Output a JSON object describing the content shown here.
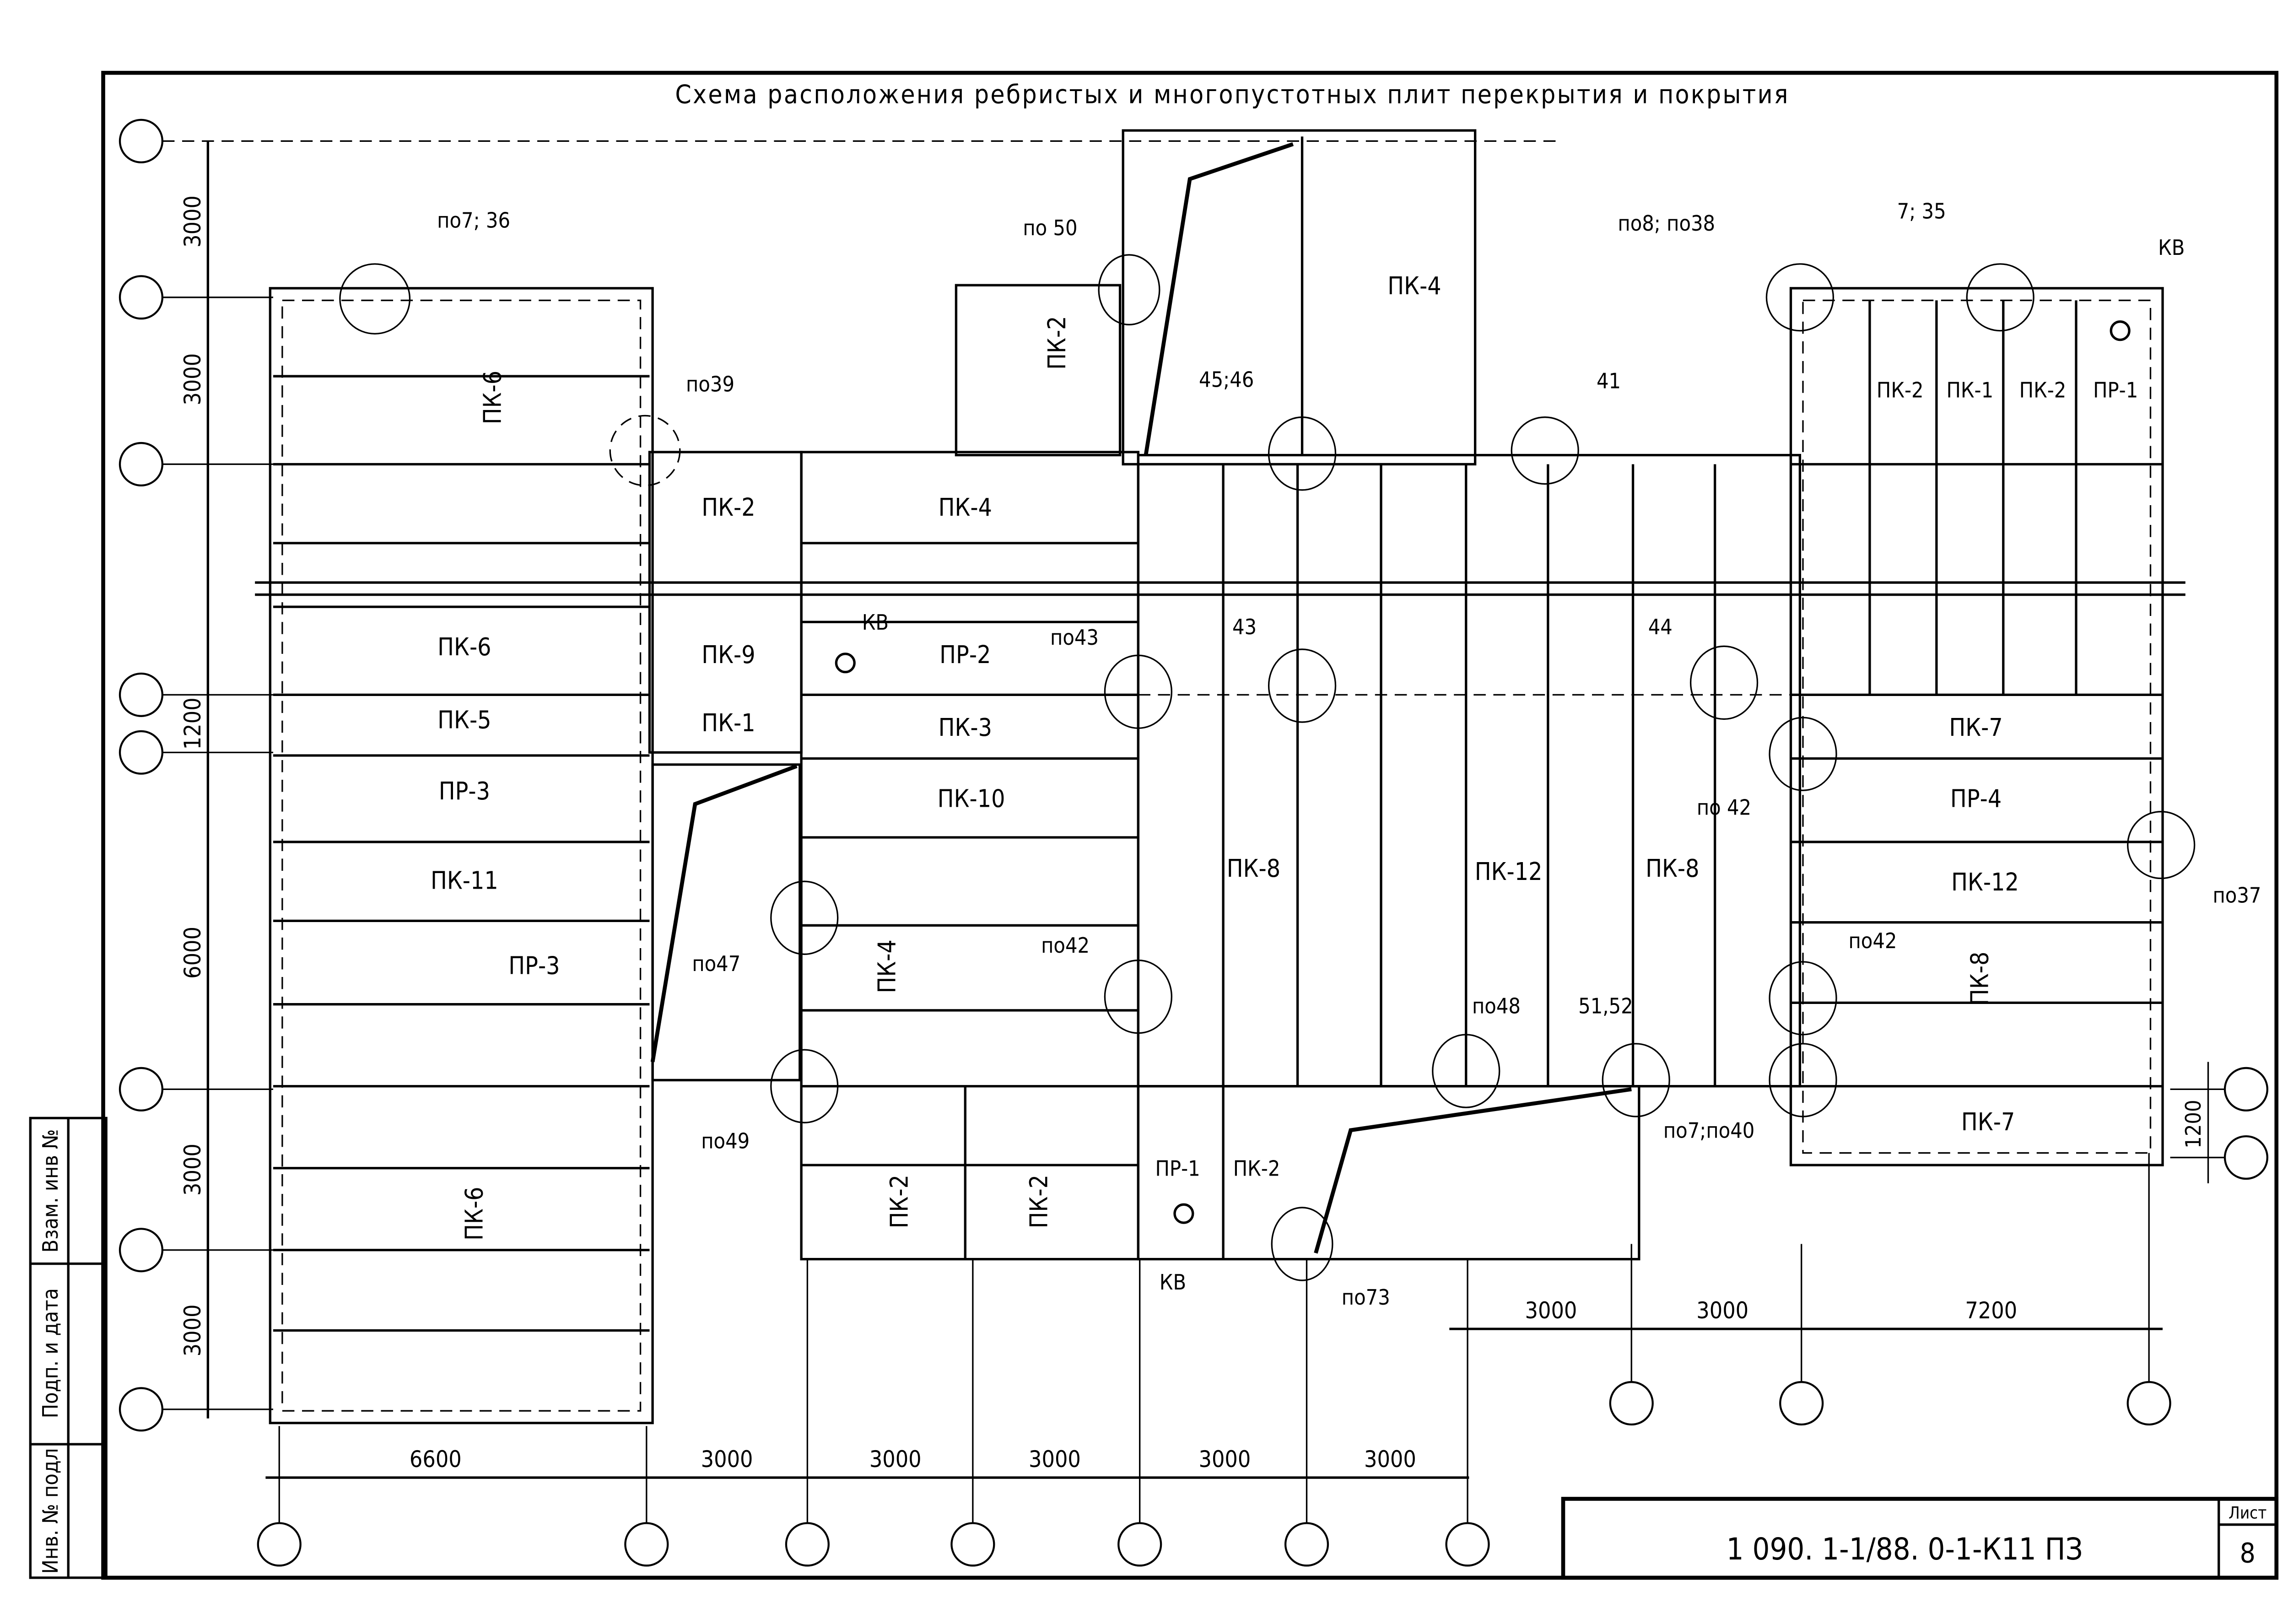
{
  "title": "Схема расположения ребристых и многопустотных плит перекрытия и покрытия",
  "stamp": {
    "code": "1 090. 1-1/88. 0-1-К11 ПЗ",
    "sheet_label": "Лист",
    "sheet_number": "8"
  },
  "side_stamp": {
    "fields": [
      "Взам. инв №",
      "Подп. и дата",
      "Инв. № подл"
    ]
  },
  "dimensions": {
    "bottom": [
      "6600",
      "3000",
      "3000",
      "3000",
      "3000",
      "3000"
    ],
    "bottom_right": [
      "3000",
      "3000",
      "7200"
    ],
    "left": [
      "3000",
      "3000",
      "1200",
      "6000",
      "3000",
      "3000"
    ],
    "right": [
      "1200"
    ]
  },
  "slabs": {
    "left_wing": [
      "ПК-6",
      "ПК-6",
      "ПК-5",
      "ПР-3",
      "ПК-11",
      "ПР-3",
      "ПК-6"
    ],
    "left_center": [
      "ПК-2",
      "ПК-9",
      "ПК-1"
    ],
    "center": [
      "ПК-4",
      "ПР-2",
      "ПК-3",
      "ПК-10",
      "ПК-4",
      "ПК-2"
    ],
    "center_bottom": [
      "ПК-2",
      "ПК-2",
      "ПР-1",
      "ПК-2"
    ],
    "core": [
      "ПК-4",
      "ПК-8",
      "ПК-12",
      "ПК-8"
    ],
    "right_top": [
      "ПК-2",
      "ПК-1",
      "ПК-2",
      "ПР-1"
    ],
    "right_wing": [
      "ПК-7",
      "ПР-4",
      "ПК-12",
      "ПК-8",
      "ПК-7"
    ]
  },
  "callouts": {
    "c1": "по7; 36",
    "c2": "по39",
    "c3": "по 50",
    "c4": "45;46",
    "c5": "41",
    "c6": "по8; по38",
    "c7": "7; 35",
    "c8": "КВ",
    "c9": "КВ",
    "c10": "по43",
    "c11": "43",
    "c12": "44",
    "c13": "по 42",
    "c14": "по47",
    "c15": "по42",
    "c16": "по37",
    "c17": "по42",
    "c18": "по48",
    "c19": "51,52",
    "c20": "по49",
    "c21": "по7;по40",
    "c22": "КВ",
    "c23": "по73"
  }
}
